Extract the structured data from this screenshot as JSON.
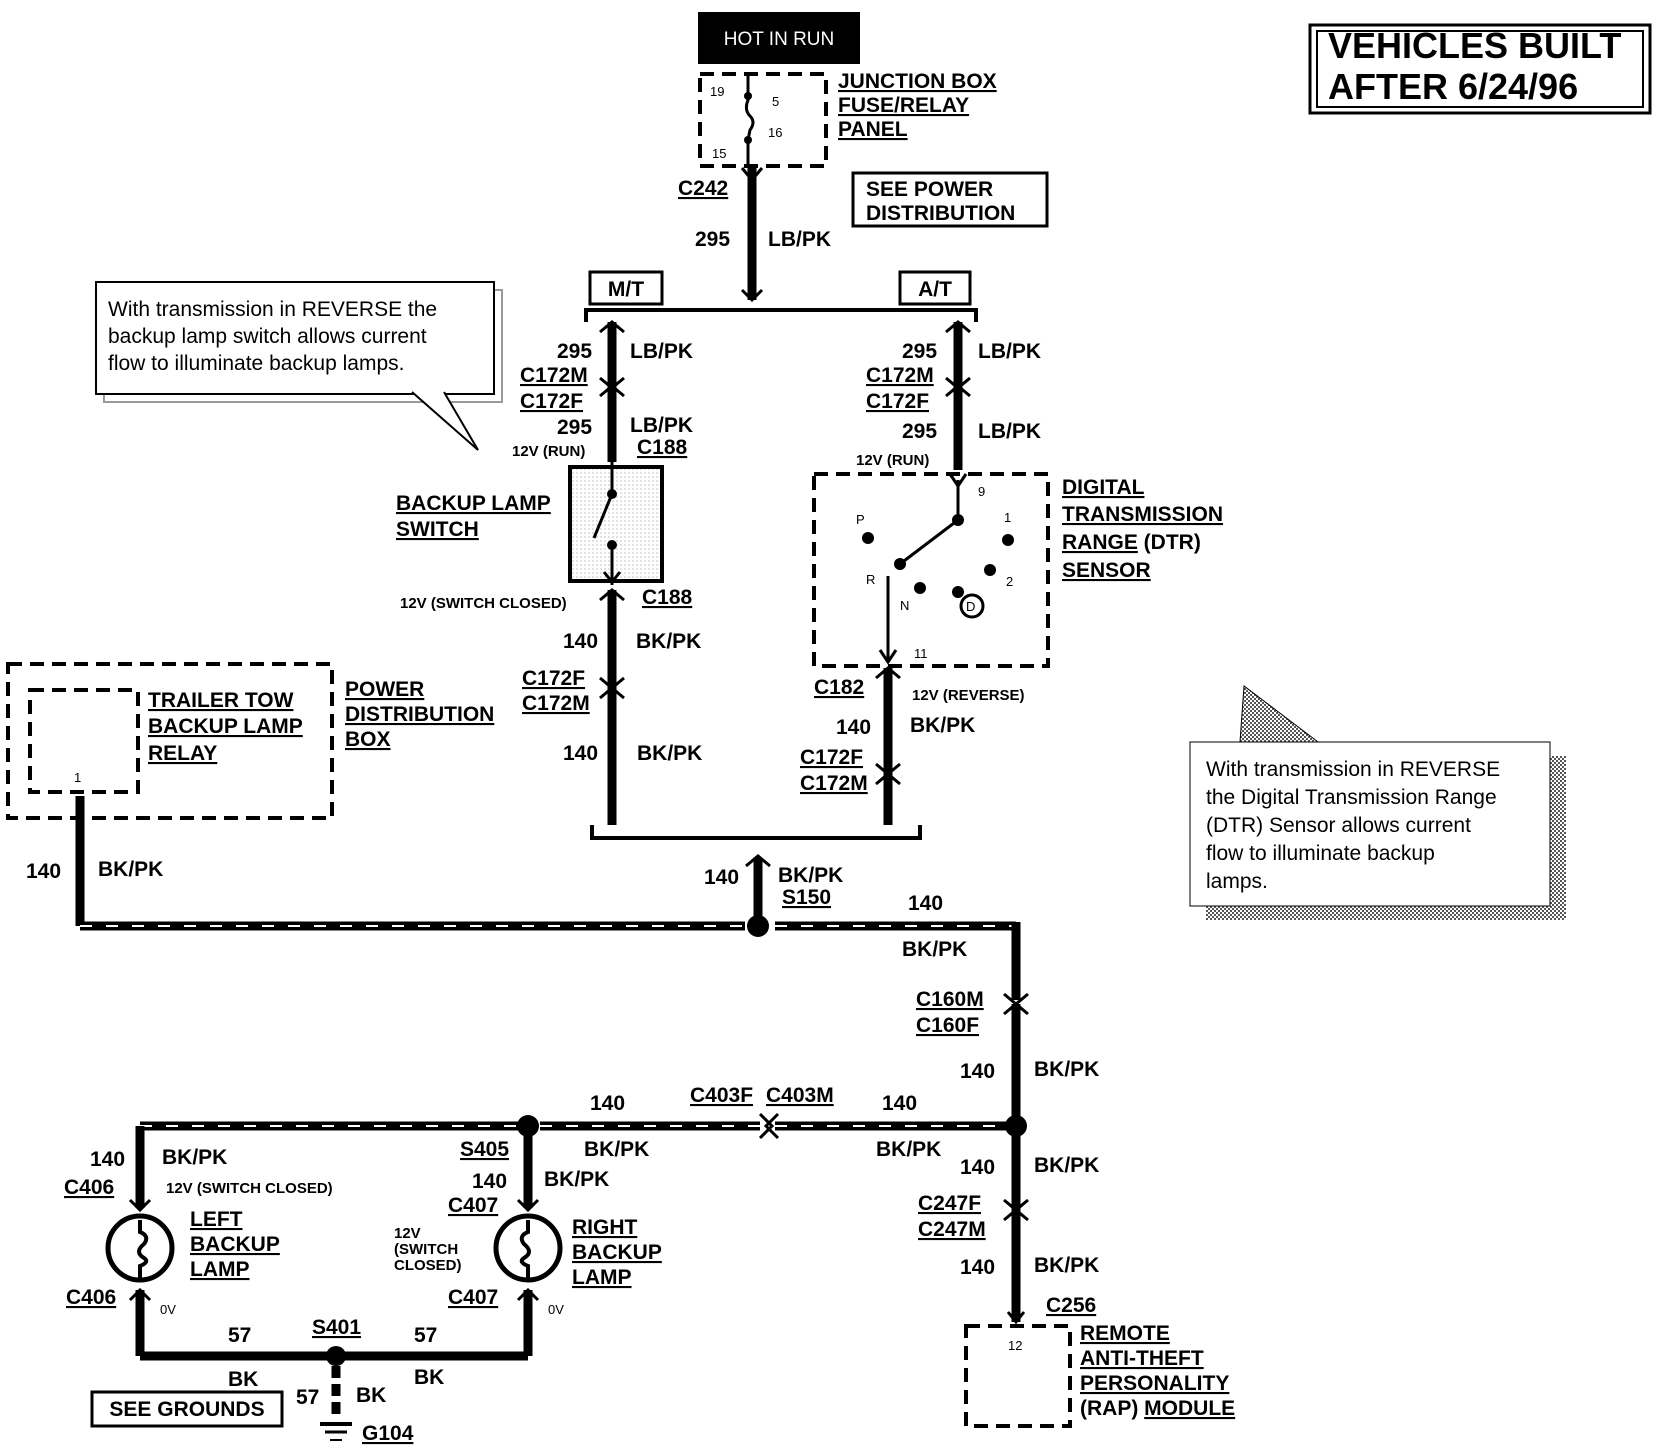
{
  "title": {
    "line1": "VEHICLES BUILT",
    "line2": "AFTER 6/24/96"
  },
  "hot_in_run": "HOT IN RUN",
  "junction_box": {
    "line1": "JUNCTION BOX",
    "line2": "FUSE/RELAY",
    "line3": "PANEL",
    "pin_19": "19",
    "pin_5": "5",
    "pin_16": "16",
    "pin_15": "15"
  },
  "see_power": {
    "line1": "SEE POWER",
    "line2": "DISTRIBUTION"
  },
  "mt": "M/T",
  "at": "A/T",
  "connectors": {
    "c242": "C242",
    "c172m": "C172M",
    "c172f": "C172F",
    "c188": "C188",
    "c182": "C182",
    "s150": "S150",
    "c160m": "C160M",
    "c160f": "C160F",
    "c403f": "C403F",
    "c403m": "C403M",
    "s405": "S405",
    "c406": "C406",
    "c407": "C407",
    "c247f": "C247F",
    "c247m": "C247M",
    "c256": "C256",
    "s401": "S401",
    "g104": "G104"
  },
  "circuits": {
    "c295": "295",
    "c140": "140",
    "c57": "57"
  },
  "colors_wire": {
    "lbpk": "LB/PK",
    "bkpk": "BK/PK",
    "bk": "BK"
  },
  "voltages": {
    "run": "12V (RUN)",
    "switch_closed": "12V (SWITCH CLOSED)",
    "reverse": "12V (REVERSE)",
    "zero": "0V",
    "v12": "12V",
    "switch": "(SWITCH",
    "closed": "CLOSED)"
  },
  "backup_switch": {
    "line1": "BACKUP LAMP",
    "line2": "SWITCH"
  },
  "dtr": {
    "line1": "DIGITAL",
    "line2": "TRANSMISSION",
    "line3a": "RANGE",
    "line3b": " (DTR)",
    "line4": "SENSOR",
    "p": "P",
    "r": "R",
    "n": "N",
    "d": "D",
    "one": "1",
    "two": "2",
    "pin9": "9",
    "pin11": "11"
  },
  "power_dist": {
    "line1": "POWER",
    "line2": "DISTRIBUTION",
    "line3": "BOX"
  },
  "trailer": {
    "line1": "TRAILER TOW",
    "line2": "BACKUP LAMP",
    "line3": "RELAY",
    "pin": "1"
  },
  "note_left": {
    "line1": "With transmission in REVERSE the",
    "line2": "backup lamp switch allows current",
    "line3": "flow to illuminate backup lamps."
  },
  "note_right": {
    "line1": "With transmission in REVERSE",
    "line2": "the Digital Transmission Range",
    "line3": "(DTR)  Sensor  allows  current",
    "line4": "flow    to    illuminate    backup",
    "line5": "lamps."
  },
  "left_lamp": {
    "line1": "LEFT",
    "line2": "BACKUP",
    "line3": "LAMP"
  },
  "right_lamp": {
    "line1": "RIGHT",
    "line2": "BACKUP",
    "line3": "LAMP"
  },
  "rap": {
    "line1": "REMOTE",
    "line2": "ANTI-THEFT",
    "line3": "PERSONALITY",
    "line4a": "(RAP) ",
    "line4b": "MODULE",
    "pin": "12"
  },
  "see_grounds": "SEE GROUNDS"
}
